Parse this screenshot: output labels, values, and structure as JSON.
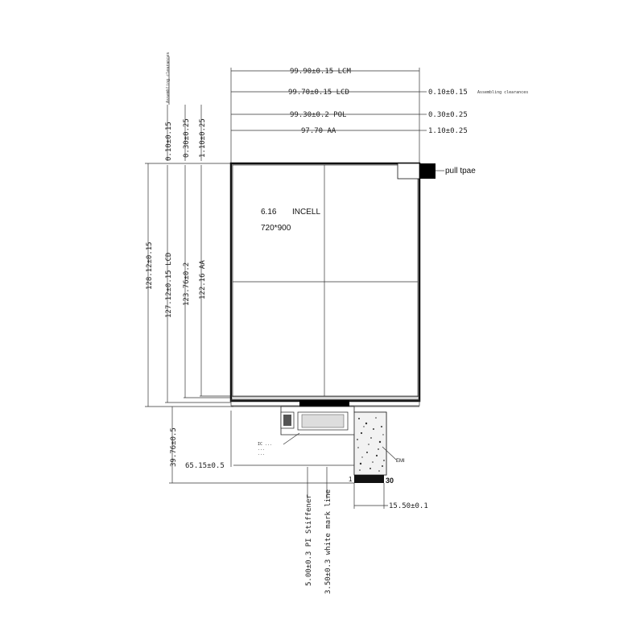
{
  "dimensions_top": {
    "lcm": "99.90±0.15 LCM",
    "lcd": "99.70±0.15 LCD",
    "pol": "99.30±0.2 POL",
    "aa": "97.70 AA",
    "right_lcd": "0.10±0.15",
    "right_lcd_note": "Assembling clearances",
    "right_pol": "0.30±0.25",
    "right_aa": "1.10±0.25"
  },
  "dimensions_left": {
    "lcm": "128.12±0.15",
    "lcd": "127.12±0.15 LCD",
    "pol": "123.76±0.2",
    "aa": "122.16 AA",
    "top_lcd": "0.10±0.15",
    "top_lcd_note": "Assembling clearances",
    "top_pol": "0.30±0.25",
    "top_aa": "1.10±0.25",
    "fpc_len": "39.76±0.5"
  },
  "dimensions_bottom": {
    "fpc_offset": "65.15±0.5",
    "fpc_width": "15.50±0.1",
    "stiffener": "5.00±0.3 PI Stiffener",
    "white_mark": "3.50±0.3 white mark line",
    "pin_start": "1",
    "pin_end": "30"
  },
  "panel": {
    "size_line": "6.16",
    "type_line": "INCELL",
    "resolution": "720*900"
  },
  "callouts": {
    "pull_tape": "pull tpae",
    "emi": "EMI",
    "fpc_note_1": "IC ...",
    "fpc_note_2": "...",
    "fpc_note_3": "..."
  },
  "colors": {
    "line": "#333333",
    "outline": "#111111",
    "tab": "#000000"
  }
}
